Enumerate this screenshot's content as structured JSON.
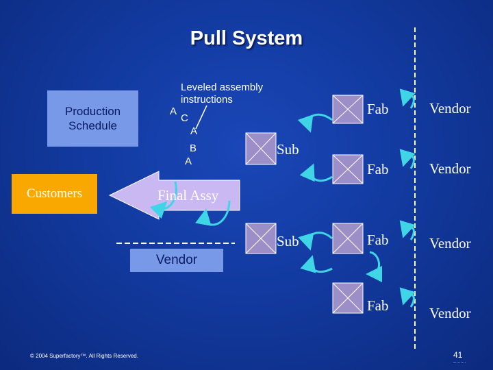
{
  "title": "Pull System",
  "production_schedule": "Production Schedule",
  "customers": "Customers",
  "vendor_box": "Vendor",
  "final_assy": "Final Assy",
  "leveled_label": "Leveled assembly instructions",
  "sequence": {
    "a1": "A",
    "c": "C",
    "a2": "A",
    "b": "B",
    "a3": "A"
  },
  "sub_top": "Sub",
  "sub_bottom": "Sub",
  "fab": [
    "Fab",
    "Fab",
    "Fab",
    "Fab"
  ],
  "vendors": [
    "Vendor",
    "Vendor",
    "Vendor",
    "Vendor"
  ],
  "footer": "© 2004 Superfactory™. All Rights Reserved.",
  "page_number": "41",
  "colors": {
    "background": "#123aa0",
    "card_blue": "#7799e8",
    "customers_orange": "#f8a800",
    "arrow_fill": "#c9b8f2",
    "loop_cyan": "#3fd4e6"
  }
}
